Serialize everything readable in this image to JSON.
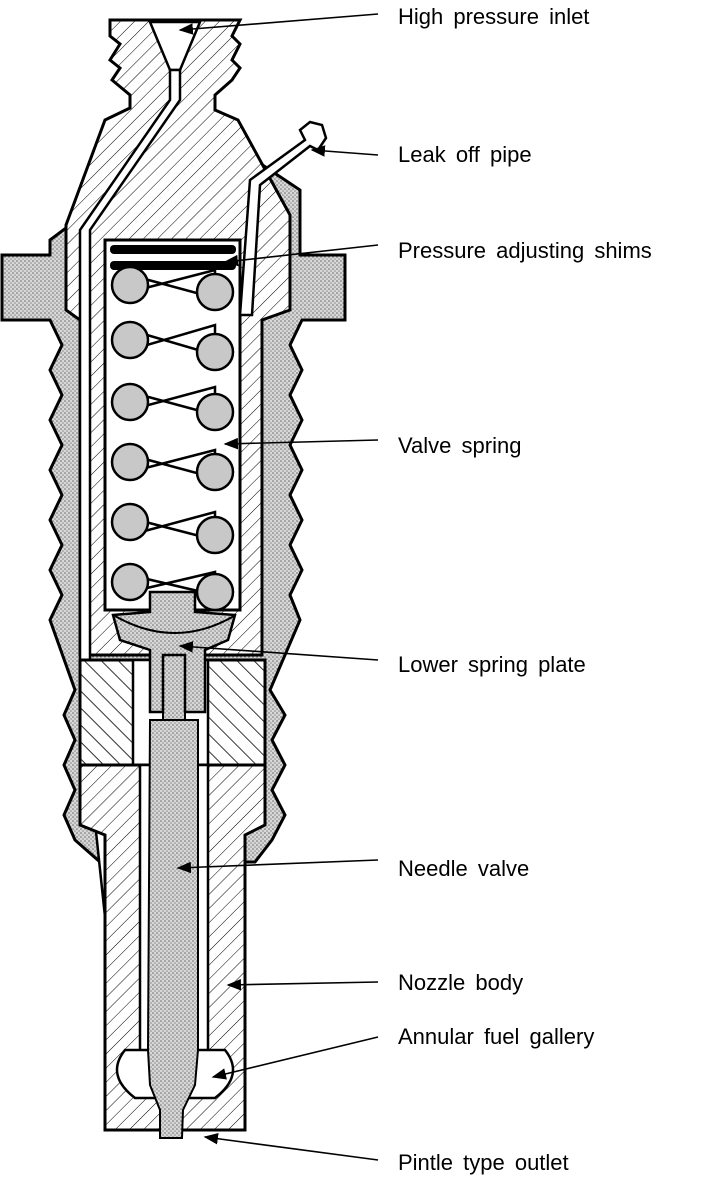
{
  "colors": {
    "stroke": "#000000",
    "stipple": "#b0b0b0",
    "spring_coil": "#c8c8c8"
  },
  "labels": {
    "high_pressure_inlet": "High pressure inlet",
    "leak_off_pipe": "Leak off pipe",
    "pressure_adjusting_shims": "Pressure adjusting shims",
    "valve_spring": "Valve spring",
    "lower_spring_plate": "Lower spring plate",
    "needle_valve": "Needle valve",
    "nozzle_body": "Nozzle body",
    "annular_fuel_gallery": "Annular fuel gallery",
    "pintle_type_outlet": "Pintle type outlet"
  }
}
